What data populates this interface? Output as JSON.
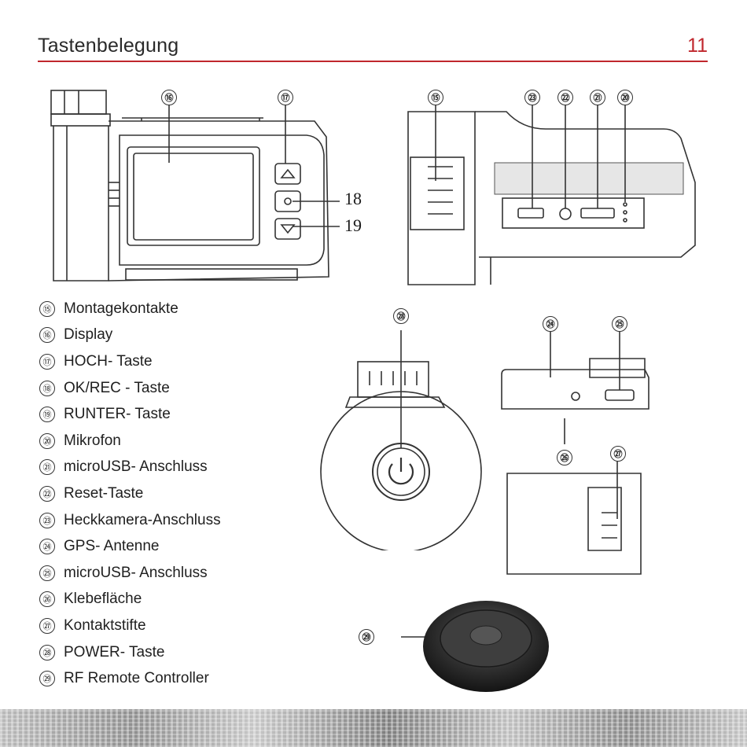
{
  "header": {
    "title": "Tastenbelegung",
    "page_number": "11"
  },
  "callouts": {
    "n15": "⑮",
    "n16": "⑯",
    "n17": "⑰",
    "n20": "⑳",
    "n21": "㉑",
    "n22": "㉒",
    "n23": "㉓",
    "n24": "㉔",
    "n25": "㉕",
    "n26": "㉖",
    "n27": "㉗",
    "n28": "㉘",
    "n29": "㉙"
  },
  "side_labels": {
    "ok_rec": "18",
    "down": "19"
  },
  "legend": [
    {
      "number": "⑮",
      "label": "Montagekontakte"
    },
    {
      "number": "⑯",
      "label": "Display"
    },
    {
      "number": "⑰",
      "label": "HOCH- Taste"
    },
    {
      "number": "⑱",
      "label": "OK/REC - Taste"
    },
    {
      "number": "⑲",
      "label": "RUNTER- Taste"
    },
    {
      "number": "⑳",
      "label": "Mikrofon"
    },
    {
      "number": "㉑",
      "label": "microUSB- Anschluss"
    },
    {
      "number": "㉒",
      "label": "Reset-Taste"
    },
    {
      "number": "㉓",
      "label": "Heckkamera-Anschluss"
    },
    {
      "number": "㉔",
      "label": "GPS- Antenne"
    },
    {
      "number": "㉕",
      "label": "microUSB- Anschluss"
    },
    {
      "number": "㉖",
      "label": "Klebefläche"
    },
    {
      "number": "㉗",
      "label": "Kontaktstifte"
    },
    {
      "number": "㉘",
      "label": "POWER- Taste"
    },
    {
      "number": "㉙",
      "label": "RF Remote Controller"
    }
  ],
  "colors": {
    "accent": "#c0272d",
    "line": "#333333"
  }
}
